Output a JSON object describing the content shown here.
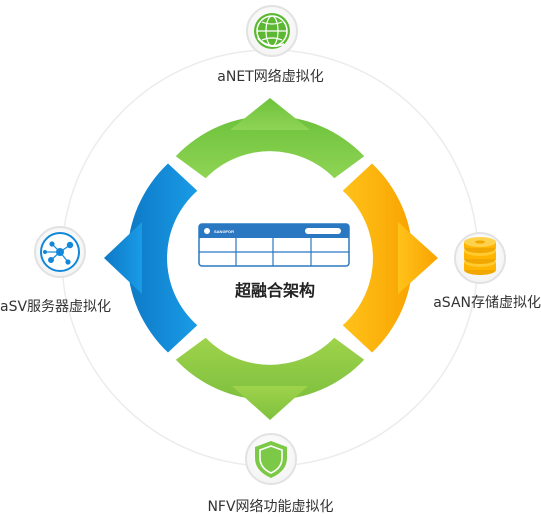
{
  "center": {
    "label": "超融合架构",
    "brand": "SANGFOR"
  },
  "nodes": {
    "top": {
      "label": "aNET网络虚拟化",
      "icon": "network-globe-icon"
    },
    "right": {
      "label": "aSAN存储虚拟化",
      "icon": "storage-disks-icon"
    },
    "bottom": {
      "label": "NFV网络功能虚拟化",
      "icon": "security-shield-icon"
    },
    "left": {
      "label": "aSV服务器虚拟化",
      "icon": "server-cluster-icon"
    }
  },
  "colors": {
    "green": "#7cc947",
    "green_light": "#92d050",
    "orange": "#ffb400",
    "blue": "#1488d8",
    "navy": "#1f5f9f",
    "icon_circle_border": "#e5e5e5",
    "outer_circle": "#ececec"
  }
}
